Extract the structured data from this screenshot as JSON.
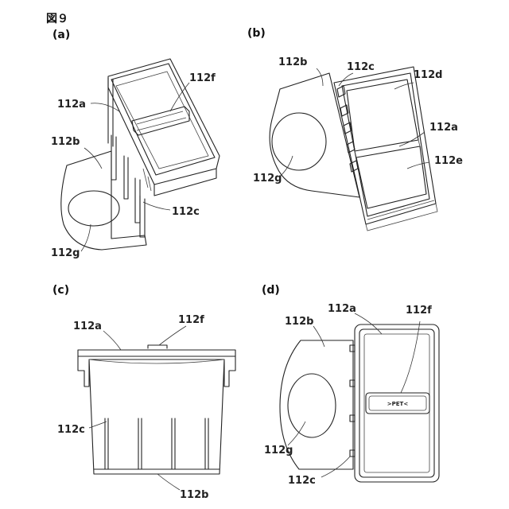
{
  "figure_label": "図９",
  "panels": [
    {
      "id": "a",
      "label": "(a)",
      "parts": [
        "112a",
        "112f",
        "112b",
        "112c",
        "112g"
      ]
    },
    {
      "id": "b",
      "label": "(b)",
      "parts": [
        "112b",
        "112c",
        "112d",
        "112a",
        "112e",
        "112g"
      ]
    },
    {
      "id": "c",
      "label": "(c)",
      "parts": [
        "112a",
        "112f",
        "112c",
        "112b"
      ]
    },
    {
      "id": "d",
      "label": "(d)",
      "parts": [
        "112a",
        "112b",
        "112f",
        "112g",
        "112c"
      ]
    }
  ],
  "embossed_text": ">PET<"
}
